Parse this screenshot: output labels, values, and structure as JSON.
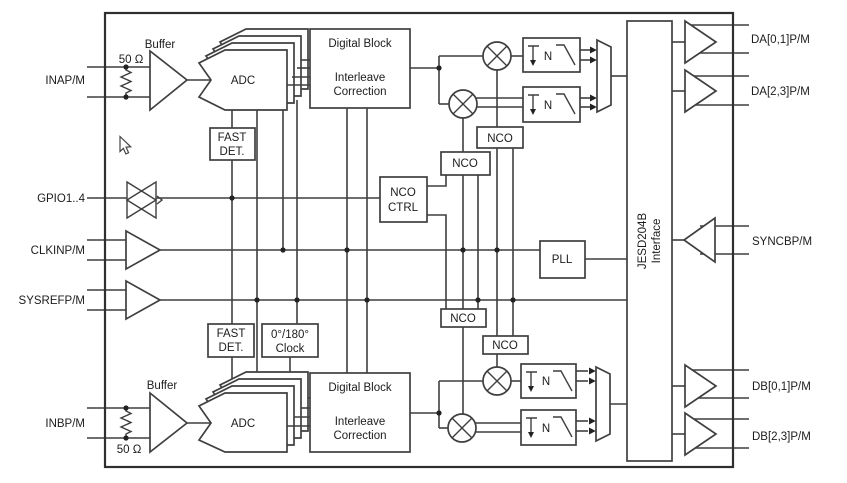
{
  "diagram": {
    "ports": {
      "inap": "INAP/M",
      "gpio": "GPIO1..4",
      "clkin": "CLKINP/M",
      "sysref": "SYSREFP/M",
      "inbp": "INBP/M",
      "da01": "DA[0,1]P/M",
      "da23": "DA[2,3]P/M",
      "syncb": "SYNCBP/M",
      "db01": "DB[0,1]P/M",
      "db23": "DB[2,3]P/M"
    },
    "blocks": {
      "buffer": "Buffer",
      "r50": "50 Ω",
      "adc": "ADC",
      "fast_det1": "FAST",
      "fast_det2": "DET.",
      "digital1": "Digital Block",
      "digital2": "Interleave",
      "digital3": "Correction",
      "nco_ctrl1": "NCO",
      "nco_ctrl2": "CTRL",
      "nco": "NCO",
      "clock1": "0°/180°",
      "clock2": "Clock",
      "pll": "PLL",
      "jesd1": "JESD204B",
      "jesd2": "Interface",
      "n": "N"
    },
    "colors": {
      "line": "#3f3f3f",
      "text": "#1c1c1c",
      "background": "#ffffff"
    }
  }
}
